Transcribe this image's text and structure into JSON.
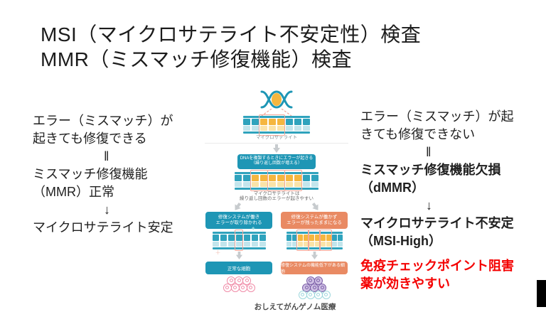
{
  "title": {
    "line1": "MSI（マイクロサテライト不安定性）検査",
    "line2": "MMR（ミスマッチ修復機能）検査"
  },
  "left_panel": {
    "lines": [
      "エラー（ミスマッチ）が",
      "起きても修復できる"
    ],
    "equals": "‖",
    "mid_lines": [
      "ミスマッチ修復機能",
      "（MMR）正常"
    ],
    "arrow": "↓",
    "result": "マイクロサテライト安定"
  },
  "right_panel": {
    "lines": [
      "エラー（ミスマッチ）が起",
      "きても修復できない"
    ],
    "equals": "‖",
    "mid_lines": [
      "ミスマッチ修復機能欠損",
      "（dMMR）"
    ],
    "arrow": "↓",
    "result_lines": [
      "マイクロサテライト不安定",
      "（MSI-High）"
    ],
    "highlight_lines": [
      "免疫チェックポイント阻害",
      "薬が効きやすい"
    ]
  },
  "diagram": {
    "helix_icon": "dna-double-helix",
    "row1": {
      "cols": "ttyyyttt",
      "boxes": [
        [
          2,
          5
        ]
      ]
    },
    "row1_label": "マイクロサテライト",
    "step_box": [
      "DNAを複製するときにエラーが起きる",
      "（繰り返し回数が増える）"
    ],
    "row2": {
      "cols": "ttyyyyyytt",
      "boxes": [
        [
          2,
          4
        ],
        [
          4,
          6
        ],
        [
          6,
          8
        ]
      ]
    },
    "row2_caption": [
      "マイクロサテライトは",
      "繰り返し回数のエラーが起きやすい"
    ],
    "left_branch": {
      "box": [
        "修復システムが働き",
        "エラーが取り除かれる"
      ],
      "row": {
        "cols": "ttttttt",
        "boxes": [
          [
            3,
            4
          ]
        ]
      },
      "result": "正常な細胞",
      "cells": [
        [
          "p",
          "p",
          "p"
        ],
        [
          "p",
          "p",
          "p",
          "p"
        ]
      ]
    },
    "right_branch": {
      "box": [
        "修復システムが働かず",
        "エラーが残ったままになる"
      ],
      "row": {
        "cols": "ttyyyyyytt",
        "boxes": [
          [
            2,
            4
          ],
          [
            4,
            6
          ],
          [
            6,
            8
          ]
        ]
      },
      "result": "修復システムの機能低下がある細胞",
      "cells": [
        [
          "v",
          "v"
        ],
        [
          "v",
          "v",
          "v"
        ],
        [
          "c",
          "c",
          "c",
          "c"
        ]
      ]
    },
    "credit": "おしえてがんゲノム医療"
  },
  "colors": {
    "teal": "#1e96b5",
    "orange": "#e98a63",
    "yellow": "#f5b63f",
    "yellow_light": "#fbe3a8",
    "teal_block": "#2fa3bd",
    "teal_light": "#c2e5ec",
    "pink_highlight": "#f2a89a",
    "red_text": "#f40000",
    "cell_pink": "#f08ca8",
    "cell_violet": "#7c5fa8",
    "cell_violet_fill": "#cfc0e4",
    "cell_cyan": "#9ed7dd",
    "arrow_gray": "#c7cbce"
  }
}
